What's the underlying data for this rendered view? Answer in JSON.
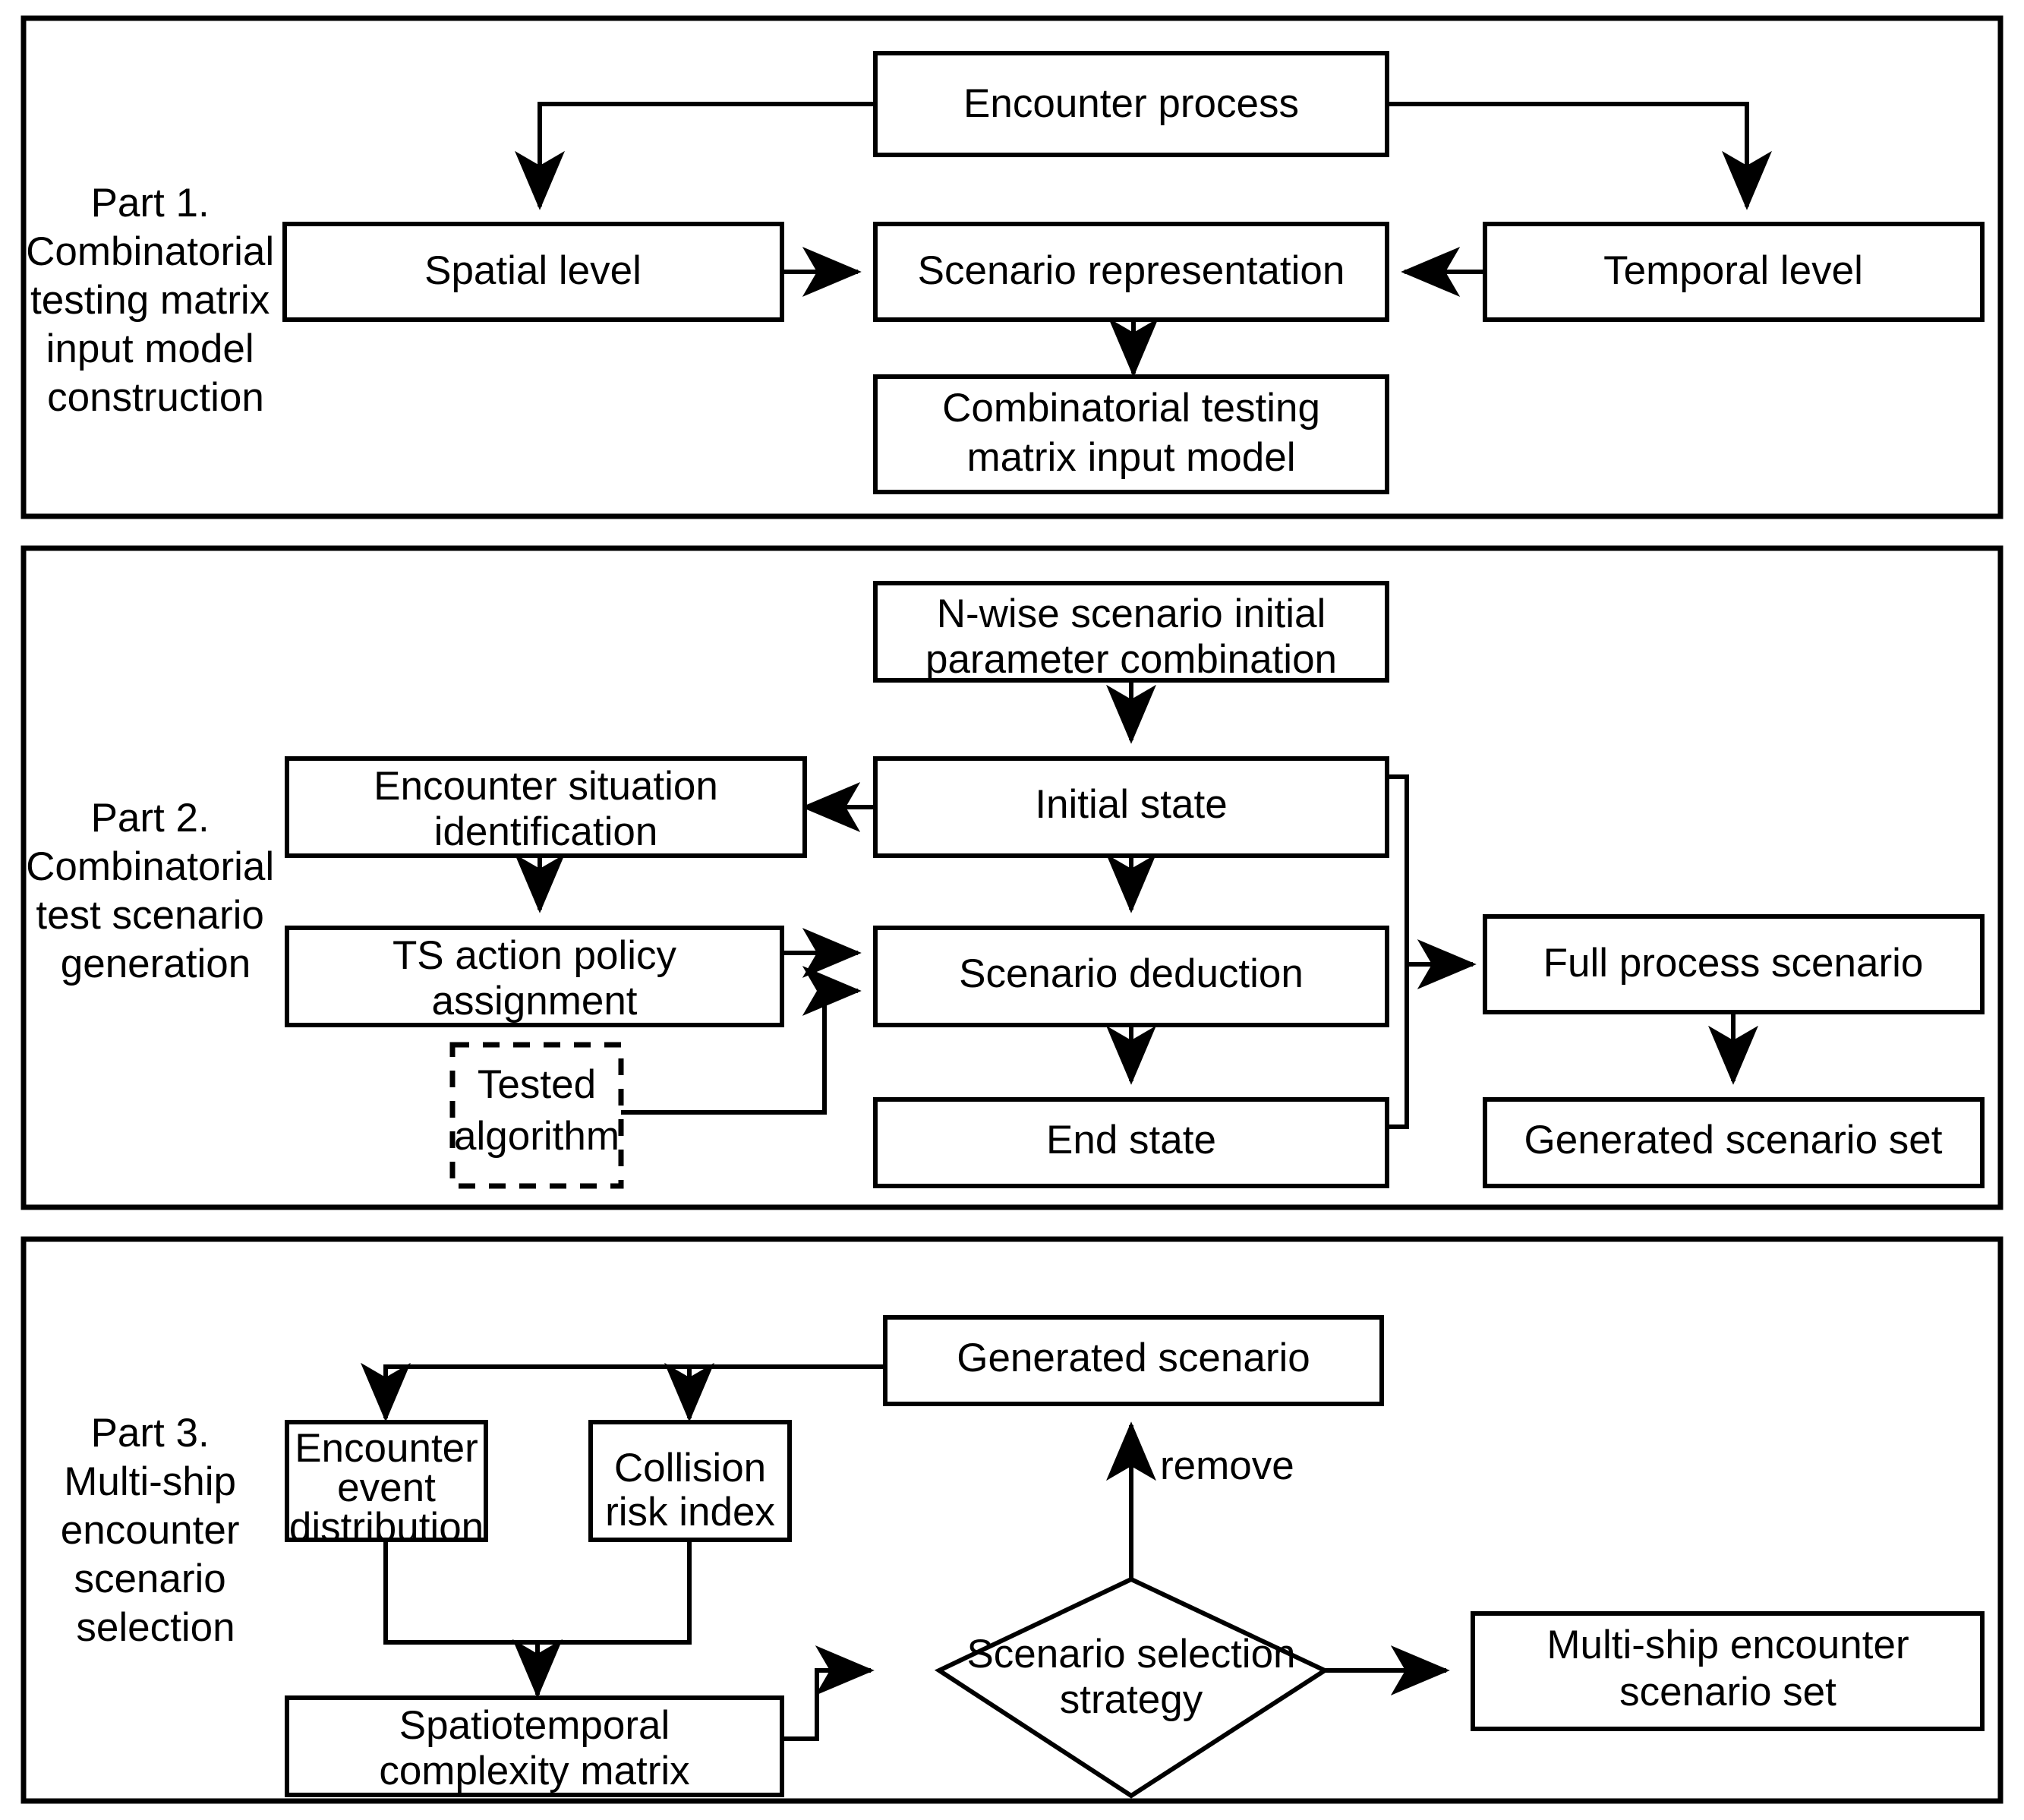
{
  "figure": {
    "title": "Three-part framework flowchart",
    "background": "#ffffff",
    "line_color": "#000000"
  },
  "panels": [
    {
      "id": "part1",
      "label_lines": [
        "Part 1.",
        "Combinatorial",
        "testing matrix",
        "input model",
        "construction"
      ],
      "nodes": {
        "encounter_process": "Encounter process",
        "spatial_level": "Spatial level",
        "scenario_representation": "Scenario representation",
        "temporal_level": "Temporal level",
        "ct_matrix_input_model_line1": "Combinatorial testing",
        "ct_matrix_input_model_line2": "matrix input model"
      }
    },
    {
      "id": "part2",
      "label_lines": [
        "Part 2.",
        "Combinatorial",
        "test scenario",
        "generation"
      ],
      "nodes": {
        "nwise_line1": "N-wise scenario initial",
        "nwise_line2": "parameter combination",
        "initial_state": "Initial state",
        "encounter_situation_line1": "Encounter situation",
        "encounter_situation_line2": "identification",
        "ts_action_policy_line1": "TS action policy",
        "ts_action_policy_line2": "assignment",
        "tested_algorithm_line1": "Tested",
        "tested_algorithm_line2": "algorithm",
        "scenario_deduction": "Scenario deduction",
        "end_state": "End state",
        "full_process_scenario": "Full process scenario",
        "generated_scenario_set": "Generated scenario set"
      }
    },
    {
      "id": "part3",
      "label_lines": [
        "Part 3.",
        "Multi-ship",
        "encounter",
        "scenario",
        "selection"
      ],
      "nodes": {
        "generated_scenario": "Generated scenario",
        "encounter_event_line1": "Encounter",
        "encounter_event_line2": "event",
        "encounter_event_line3": "distribution",
        "collision_risk_line1": "Collision",
        "collision_risk_line2": "risk index",
        "spatiotemporal_line1": "Spatiotemporal",
        "spatiotemporal_line2": "complexity matrix",
        "scenario_selection_line1": "Scenario selection",
        "scenario_selection_line2": "strategy",
        "multiship_set_line1": "Multi-ship encounter",
        "multiship_set_line2": "scenario set"
      },
      "edge_labels": {
        "remove": "remove"
      }
    }
  ]
}
